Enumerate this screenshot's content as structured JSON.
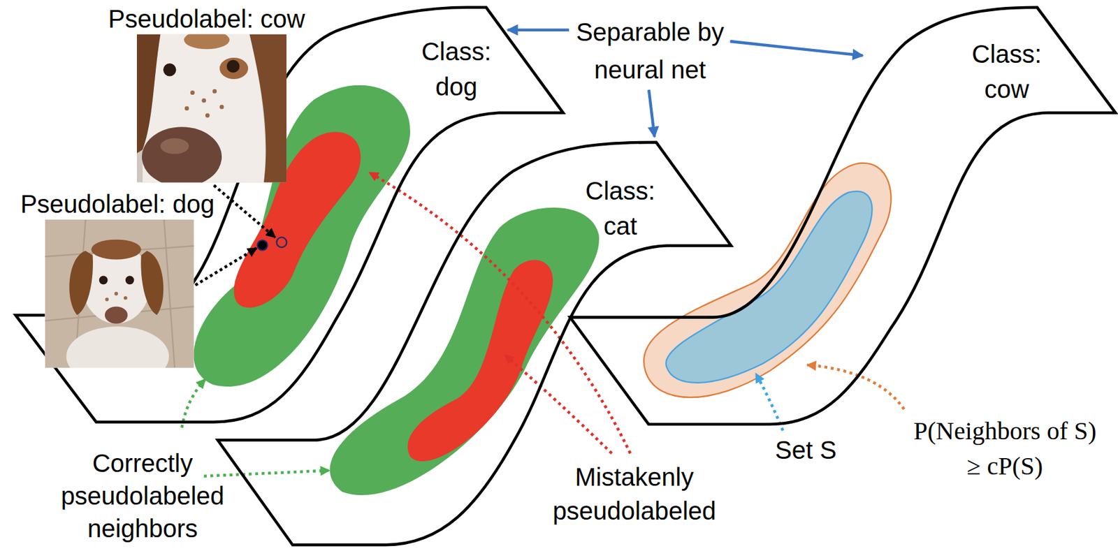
{
  "diagram": {
    "nodes": [
      {
        "text": [
          "Class: dog"
        ]
      },
      {
        "text": [
          "Class: cat"
        ]
      },
      {
        "text": [
          "Class: cow"
        ]
      }
    ],
    "labels": [
      "Pseudolabel: cow",
      "Pseudolabel: dog",
      "Separable by neural net",
      "Correctly pseudolabeled neighbors",
      "Mistakenly pseudolabeled",
      "Set S",
      "P(Neighbors of S) ≥ cP(S)"
    ]
  }
}
